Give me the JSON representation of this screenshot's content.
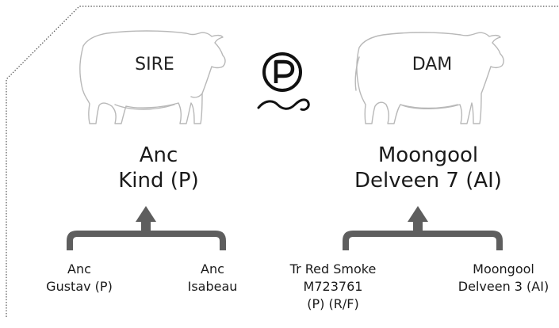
{
  "sire": {
    "label": "SIRE",
    "name_line1": "Anc",
    "name_line2": "Kind (P)",
    "parents": [
      {
        "line1": "Anc",
        "line2": "Gustav (P)"
      },
      {
        "line1": "Anc",
        "line2": "Isabeau"
      }
    ]
  },
  "dam": {
    "label": "DAM",
    "name_line1": "Moongool",
    "name_line2": "Delveen 7 (AI)",
    "parents": [
      {
        "line1": "Tr Red Smoke",
        "line2": "M723761",
        "line3": "(P) (R/F)"
      },
      {
        "line1": "Moongool",
        "line2": "Delveen 3 (AI)"
      }
    ]
  },
  "poll_symbol": {
    "letter": "P",
    "icon": "polled-p-icon"
  },
  "colors": {
    "ink": "#1a1a1a",
    "bracket": "#5e5e5e",
    "outline": "#b8b8b8"
  }
}
